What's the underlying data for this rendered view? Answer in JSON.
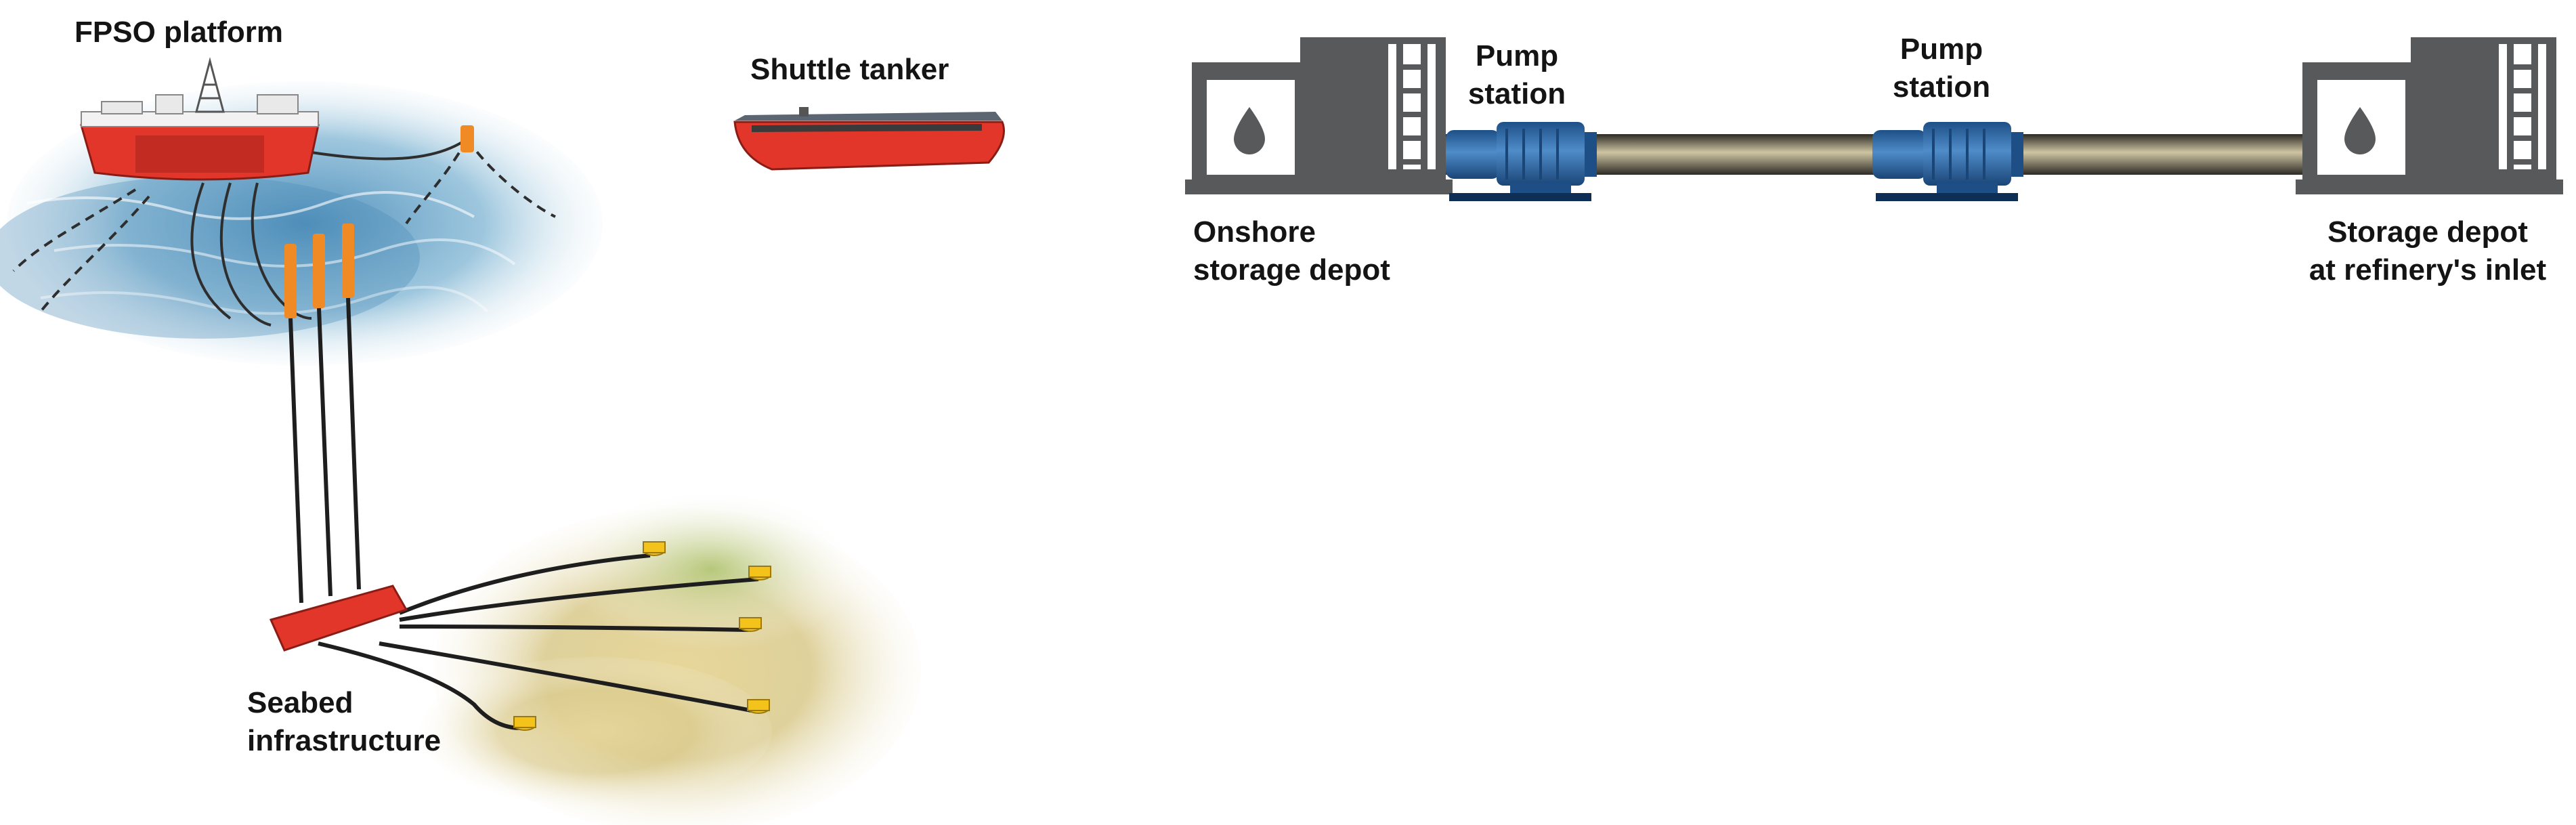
{
  "diagram": {
    "offshore": {
      "fpso_label": "FPSO platform",
      "tanker_label": "Shuttle tanker",
      "seabed_label_line1": "Seabed",
      "seabed_label_line2": "infrastructure"
    },
    "pipeline": {
      "onshore_depot_line1": "Onshore",
      "onshore_depot_line2": "storage depot",
      "pump_station_1_line1": "Pump",
      "pump_station_1_line2": "station",
      "pump_station_2_line1": "Pump",
      "pump_station_2_line2": "station",
      "refinery_depot_line1": "Storage depot",
      "refinery_depot_line2": "at refinery's inlet"
    },
    "colors": {
      "hull_red": "#e2362b",
      "float_orange": "#f08a24",
      "wellhead_yellow": "#f3c21b",
      "pump_blue": "#2f6fae",
      "tank_grey": "#58595b",
      "sea_blue": "#6fa6c8",
      "seabed_sand": "#e4cf8a"
    }
  }
}
